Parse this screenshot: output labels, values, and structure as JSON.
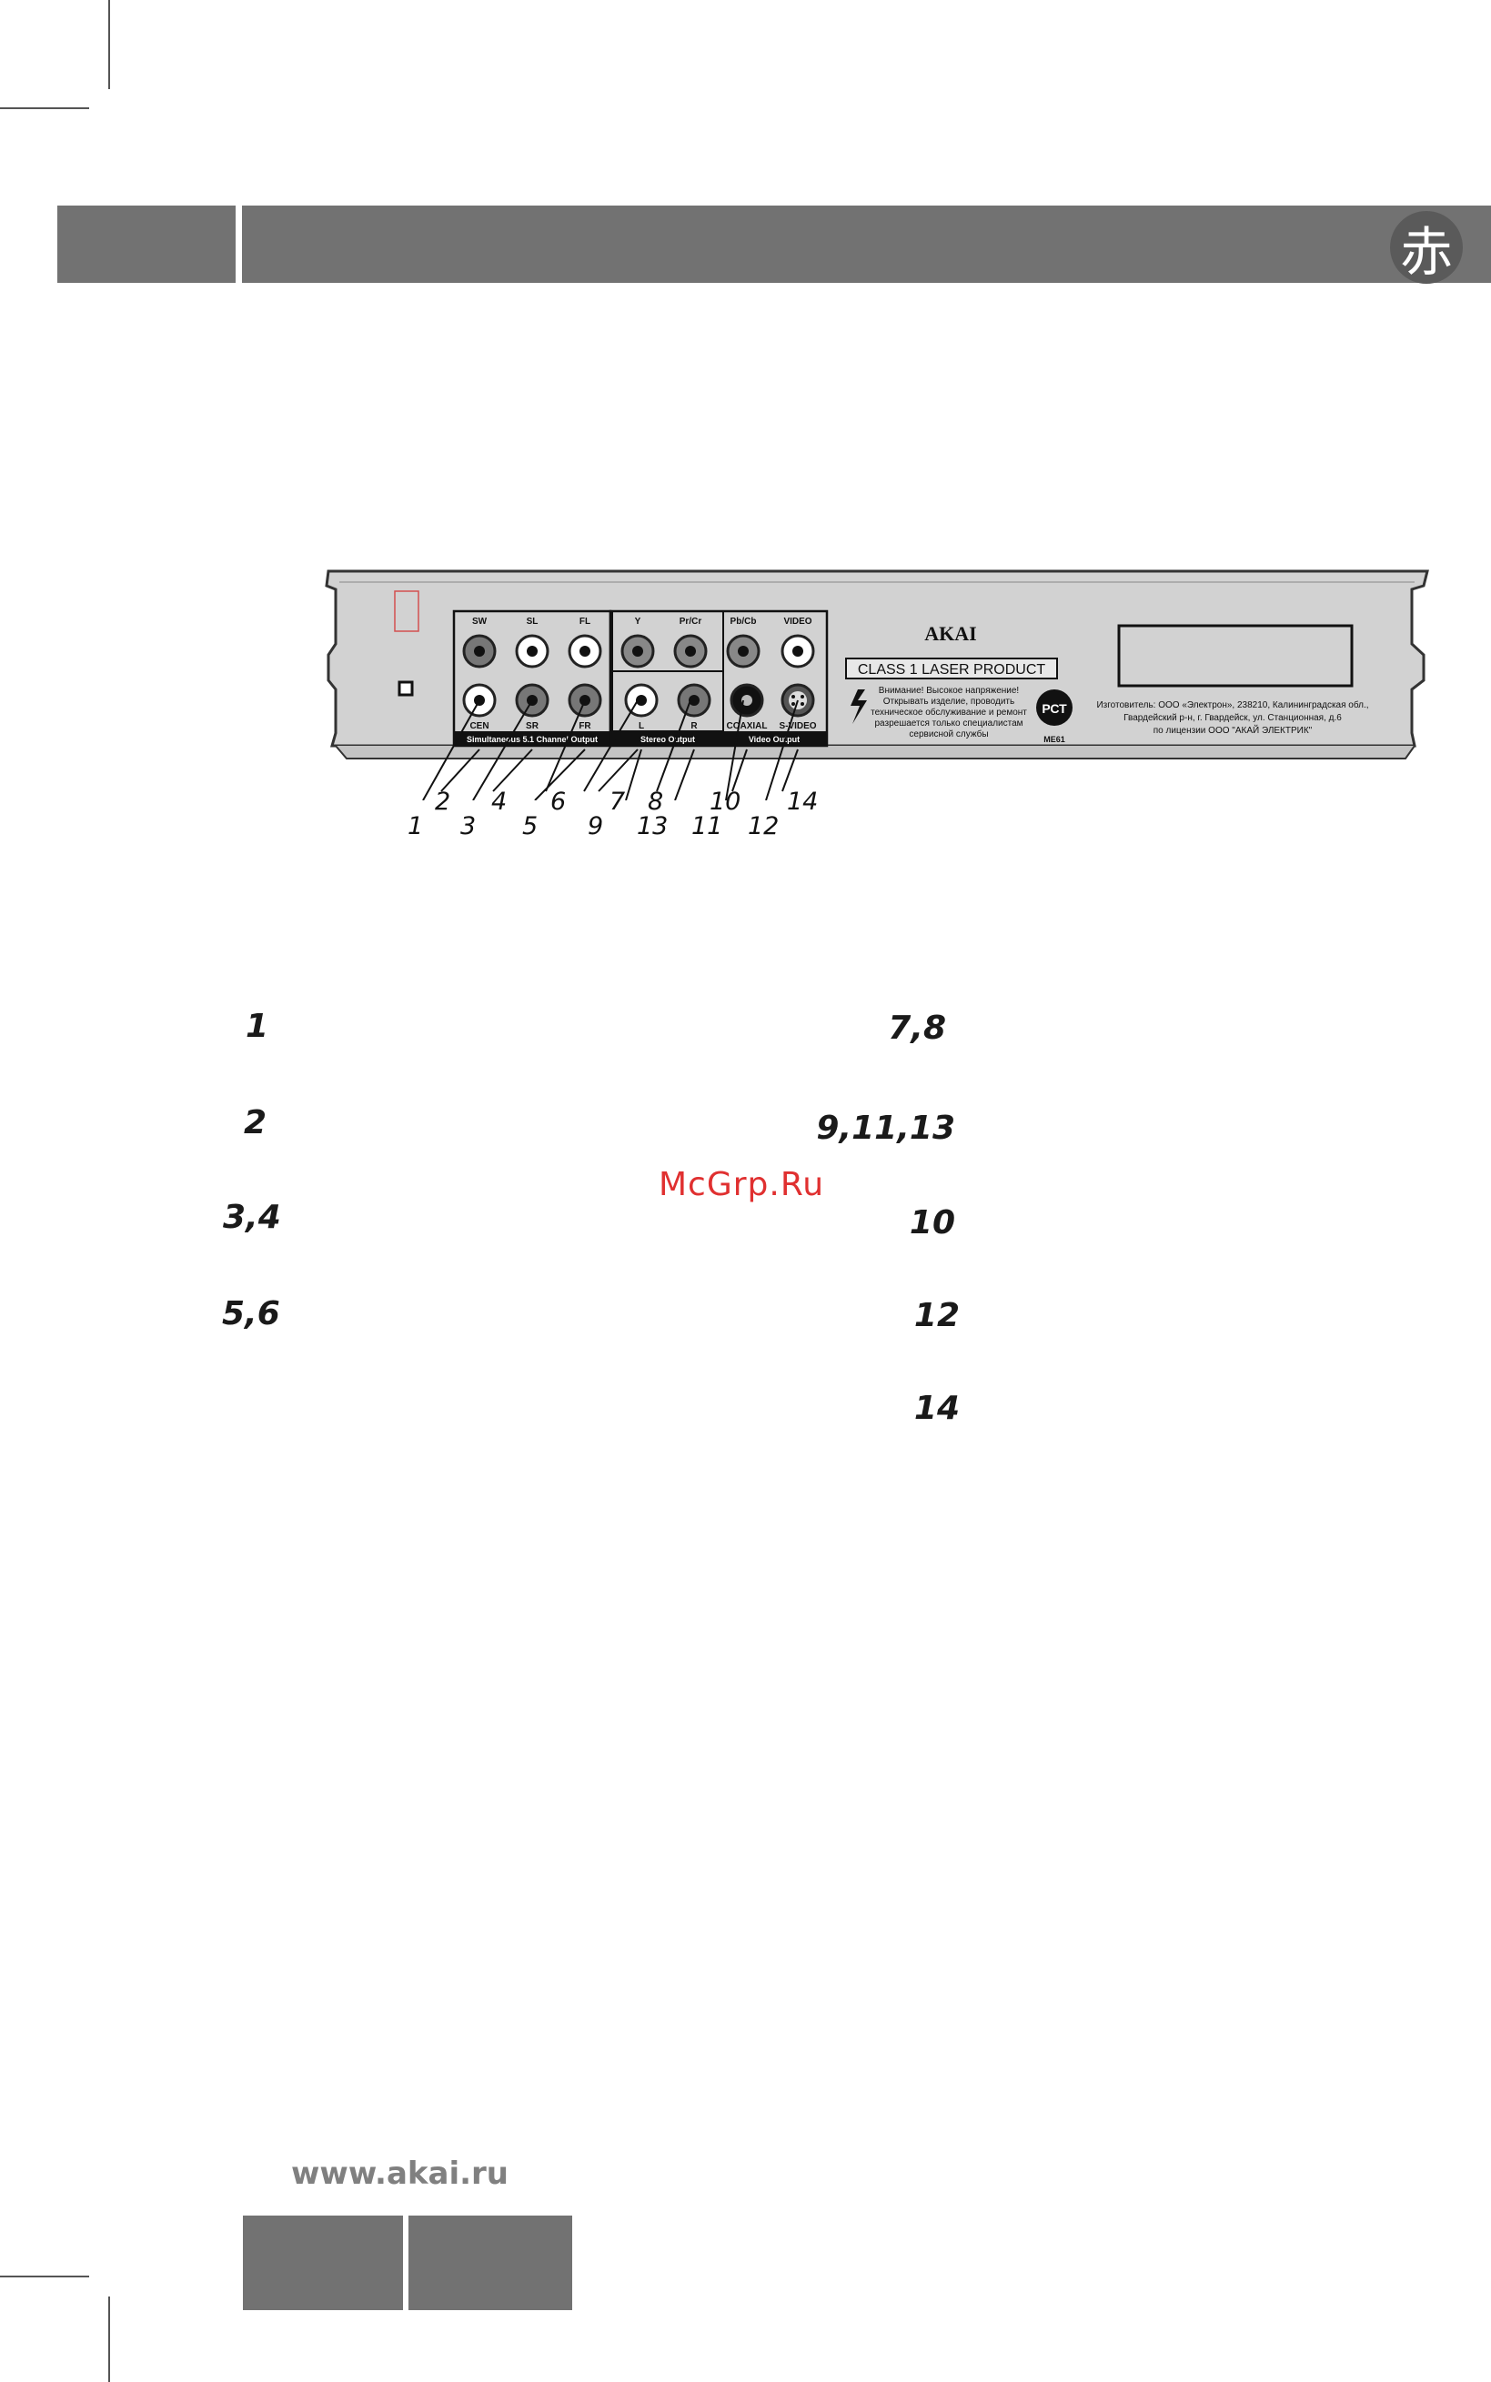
{
  "header": {
    "logo_glyph": "赤",
    "colors": {
      "bar": "#727272",
      "logo_bg": "#5a5a5a"
    }
  },
  "device": {
    "brand": "AKAI",
    "laser_label": "CLASS 1 LASER PRODUCT",
    "warning_lines": [
      "Внимание! Высокое напряжение!",
      "Открывать изделие, проводить",
      "техническое обслуживание и ремонт",
      "разрешается только специалистам",
      "сервисной службы"
    ],
    "cert_mark": "РСТ",
    "cert_code": "МЕ61",
    "manufacturer_lines": [
      "Изготовитель: ООО «Электрон», 238210, Калининградская обл.,",
      "Гвардейский р-н, г. Гвардейск, ул. Станционная, д.6",
      "по лицензии ООО \"АКАЙ ЭЛЕКТРИК\""
    ],
    "jack_labels": {
      "sw": "SW",
      "sl": "SL",
      "fl": "FL",
      "cen": "CEN",
      "sr": "SR",
      "fr": "FR",
      "y": "Y",
      "pr": "Pr/Cr",
      "pb": "Pb/Cb",
      "video": "VIDEO",
      "l": "L",
      "r": "R",
      "coaxial": "COAXIAL",
      "svideo": "S-VIDEO"
    },
    "group_labels": {
      "channel": "Simultaneous 5.1 Channel Output",
      "stereo": "Stereo Output",
      "video": "Video Output"
    },
    "callouts_top": [
      "2",
      "4",
      "6",
      "7",
      "8",
      "10",
      "14"
    ],
    "callouts_bottom": [
      "1",
      "3",
      "5",
      "9",
      "13",
      "11",
      "12"
    ]
  },
  "legend": {
    "left": [
      "1",
      "2",
      "3,4",
      "5,6"
    ],
    "right": [
      "7,8",
      "9,11,13",
      "10",
      "12",
      "14"
    ]
  },
  "watermark": "McGrp.Ru",
  "footer": {
    "website": "www.akai.ru"
  }
}
